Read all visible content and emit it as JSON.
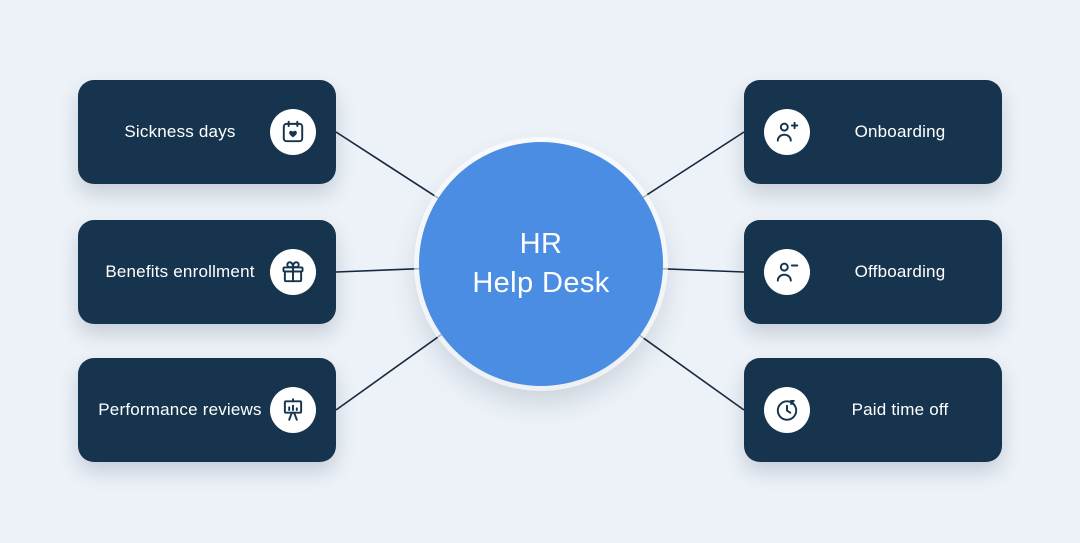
{
  "diagram": {
    "center": {
      "line1": "HR",
      "line2": "Help Desk"
    },
    "left": [
      {
        "label": "Sickness days",
        "icon": "calendar-heart-icon"
      },
      {
        "label": "Benefits enrollment",
        "icon": "gift-icon"
      },
      {
        "label": "Performance reviews",
        "icon": "presentation-board-icon"
      }
    ],
    "right": [
      {
        "label": "Onboarding",
        "icon": "person-add-icon"
      },
      {
        "label": "Offboarding",
        "icon": "person-minus-icon"
      },
      {
        "label": "Paid time off",
        "icon": "clock-icon"
      }
    ],
    "colors": {
      "background": "#edf2f8",
      "node_fill": "#17344f",
      "hub_fill": "#4a8de2",
      "icon_background": "#ffffff",
      "connector": "#16293e",
      "text": "#ffffff"
    }
  }
}
